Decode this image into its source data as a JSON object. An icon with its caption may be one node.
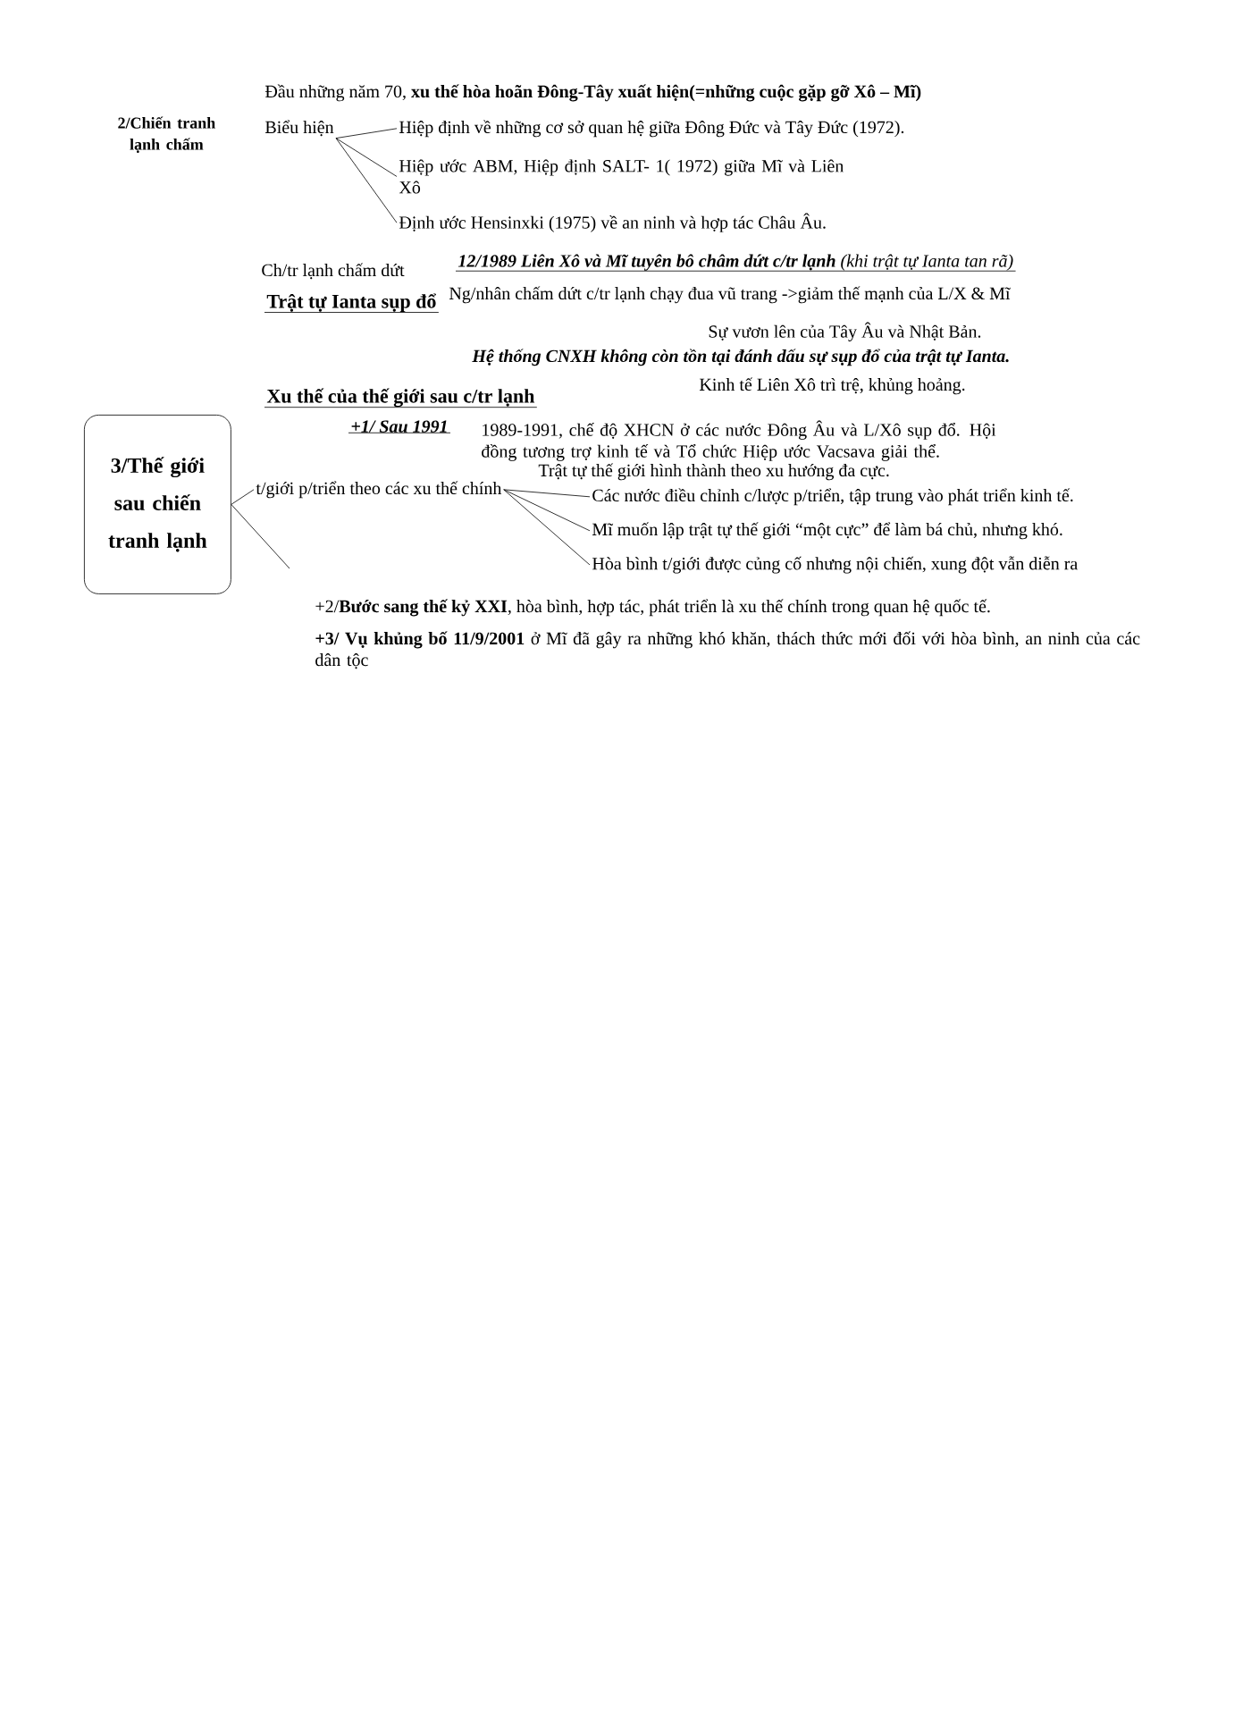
{
  "diagram": {
    "nodes": [
      {
        "text": [
          "Biểu hiện"
        ]
      },
      {
        "text": [
          "Hiệp định về những cơ sở quan hệ giữa Đông Đức và Tây Đức (1972)."
        ]
      },
      {
        "text": [
          "Hiệp ước ABM, Hiệp định SALT- 1( 1972) giữa Mĩ và Liên Xô"
        ]
      },
      {
        "text": [
          "Định ước Hensinxki (1975) về an ninh và hợp tác Châu Âu."
        ]
      },
      {
        "text": [
          "3/Thế giới sau chiến tranh lạnh"
        ]
      },
      {
        "text": [
          "t/giới p/triển theo các xu thế chính"
        ]
      },
      {
        "text": [
          "Các nước điều chỉnh c/lược p/triển, tập trung vào phát triển kinh tế."
        ]
      },
      {
        "text": [
          "Mĩ muốn lập trật tự thế giới “một cực” để làm bá chủ, nhưng khó."
        ]
      },
      {
        "text": [
          "Hòa bình t/giới được củng cố nhưng nội chiến, xung đột vẫn diễn ra"
        ]
      }
    ],
    "edges": [
      {
        "from": 0,
        "to": 1,
        "arrow": "none"
      },
      {
        "from": 0,
        "to": 2,
        "arrow": "none"
      },
      {
        "from": 0,
        "to": 3,
        "arrow": "none"
      },
      {
        "from": 4,
        "to": 5,
        "arrow": "none"
      },
      {
        "from": 4,
        "to": null,
        "arrow": "none"
      },
      {
        "from": 5,
        "to": 6,
        "arrow": "none"
      },
      {
        "from": 5,
        "to": 7,
        "arrow": "none"
      },
      {
        "from": 5,
        "to": 8,
        "arrow": "none"
      }
    ],
    "labels": [
      "2/Chiến tranh lạnh chấm",
      "Đầu những năm 70, **xu thế hòa hoãn Đông-Tây xuất hiện(=những cuộc gặp gỡ Xô – Mĩ)**",
      "Ch/tr lạnh chấm dứt",
      "**12/1989 Liên Xô và Mĩ tuyên bô châm dứt c/tr lạnh** (khi trật tự Ianta tan rã)",
      "Trật tự Ianta sụp đổ",
      "Ng/nhân chấm dứt c/tr lạnh chạy đua vũ trang ->giảm thế mạnh của L/X & Mĩ",
      "Sự vươn lên của Tây Âu và Nhật Bản.",
      "Hệ thống CNXH không còn tồn tại đánh dấu sự sụp đổ của trật tự Ianta.",
      "Kinh tế Liên Xô trì trệ, khủng hoảng.",
      "Xu thế của thế giới sau c/tr lạnh",
      "+1/ Sau 1991",
      "1989-1991, chế độ XHCN ở các nước Đông Âu và L/Xô sụp đổ. Hội đồng tương trợ kinh tế và Tổ chức Hiệp ước Vacsava giải thể.",
      "Trật tự thế giới hình thành theo xu hướng đa cực.",
      "+2/**Bước sang thế kỷ XXI**, hòa bình, hợp tác, phát triển là xu thế chính trong quan hệ quốc tế.",
      "**+3/ Vụ khủng bố 11/9/2001** ở Mĩ đã gây ra những khó khăn, thách thức mới đối với hòa bình, an ninh của các dân tộc"
    ]
  }
}
